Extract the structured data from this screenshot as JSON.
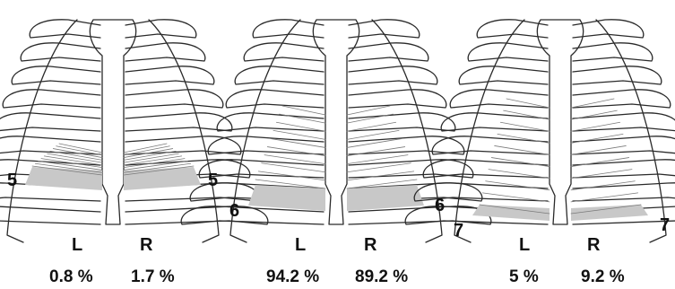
{
  "panels": [
    {
      "side_left": "L",
      "side_right": "R",
      "rib_left": "5",
      "rib_right": "5",
      "pct_left": "0.8 %",
      "pct_right": "1.7 %"
    },
    {
      "side_left": "L",
      "side_right": "R",
      "rib_left": "6",
      "rib_right": "6",
      "pct_left": "94.2 %",
      "pct_right": "89.2 %"
    },
    {
      "side_left": "L",
      "side_right": "R",
      "rib_left": "7",
      "rib_right": "7",
      "pct_left": "5 %",
      "pct_right": "9.2 %"
    }
  ],
  "colors": {
    "line": "#2a2a2a",
    "muscle_fill": "#c8c8c8",
    "fiber": "#7a7a7a"
  }
}
